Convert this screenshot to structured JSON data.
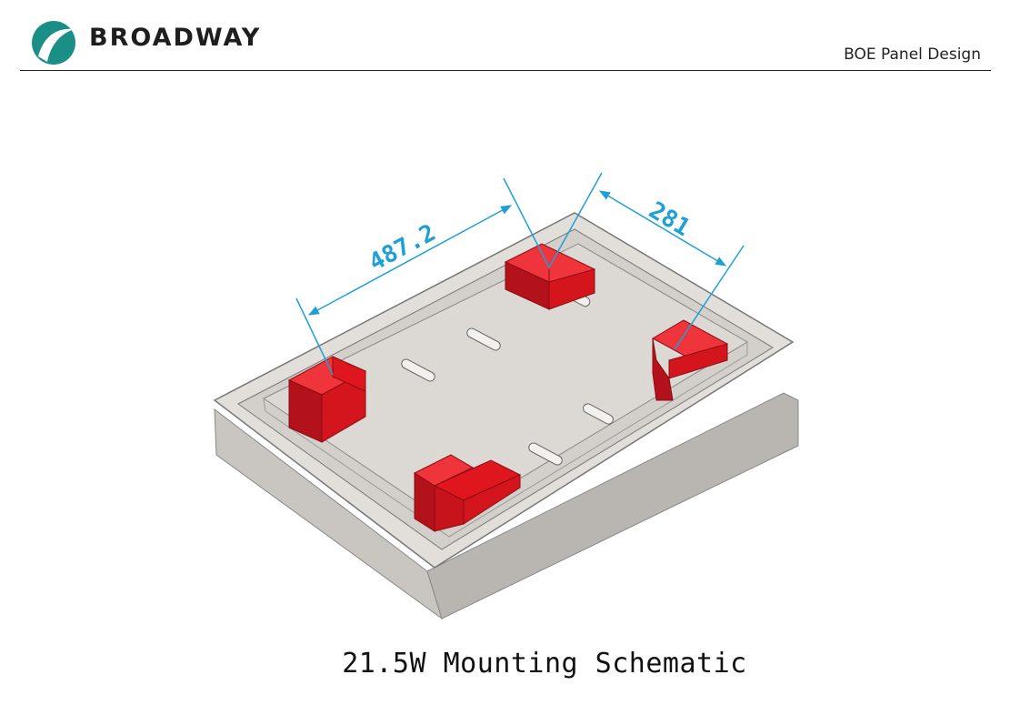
{
  "header": {
    "brand": "BROADWAY",
    "doc_title": "BOE Panel Design"
  },
  "diagram": {
    "dimensions": {
      "width_label": "487.2",
      "depth_label": "281"
    },
    "caption": "21.5W Mounting Schematic"
  },
  "colors": {
    "brand_teal": "#1a8f86",
    "dimension_blue": "#1f9fd8",
    "bracket_red": "#e0161f",
    "frame_gray": "#d9d6d1"
  }
}
